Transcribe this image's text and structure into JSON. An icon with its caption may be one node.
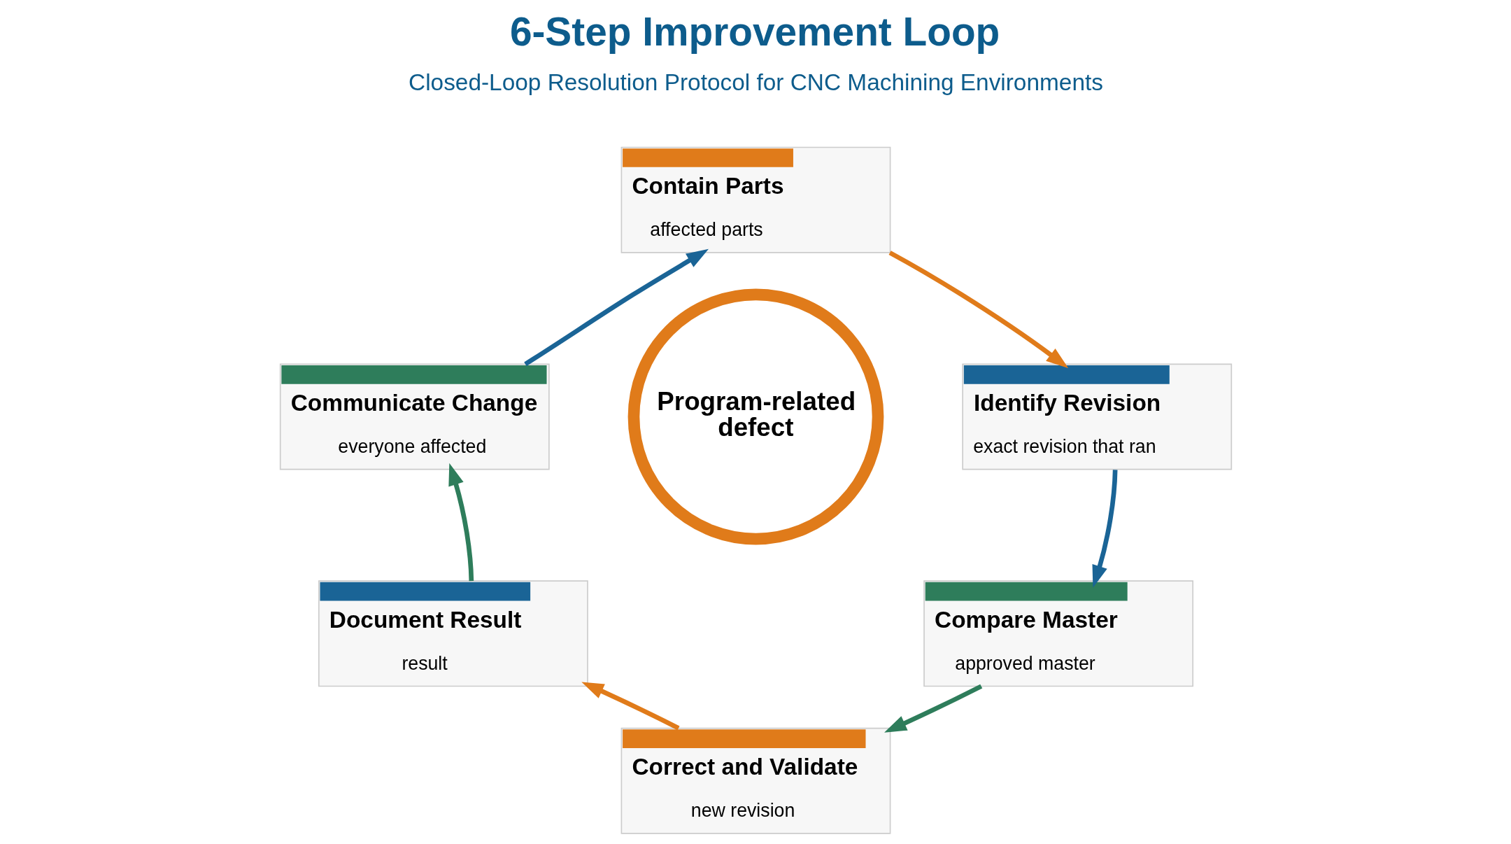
{
  "diagram": {
    "title": "6-Step Improvement Loop",
    "nodes": [
      {
        "text": [
          "Program-related defect"
        ]
      },
      {
        "text": [
          "Contain Parts",
          "affected parts"
        ]
      },
      {
        "text": [
          "Identify Revision",
          "exact revision that ran"
        ]
      },
      {
        "text": [
          "Compare Master",
          "approved master"
        ]
      },
      {
        "text": [
          "Correct and Validate",
          "new revision"
        ]
      },
      {
        "text": [
          "Document Result",
          "result"
        ]
      },
      {
        "text": [
          "Communicate Change",
          "everyone affected"
        ]
      }
    ],
    "edges": [
      {
        "from": 1,
        "to": 2,
        "arrow": "to",
        "color": "#e07b1a"
      },
      {
        "from": 2,
        "to": 3,
        "arrow": "to",
        "color": "#1a6496"
      },
      {
        "from": 3,
        "to": 4,
        "arrow": "to",
        "color": "#2e7d5b"
      },
      {
        "from": 4,
        "to": 5,
        "arrow": "to",
        "color": "#e07b1a"
      },
      {
        "from": 5,
        "to": 6,
        "arrow": "to",
        "color": "#2e7d5b"
      },
      {
        "from": 6,
        "to": 1,
        "arrow": "to",
        "color": "#1a6496"
      }
    ],
    "labels": [
      "Closed-Loop Resolution Protocol for CNC Machining Environments"
    ]
  }
}
